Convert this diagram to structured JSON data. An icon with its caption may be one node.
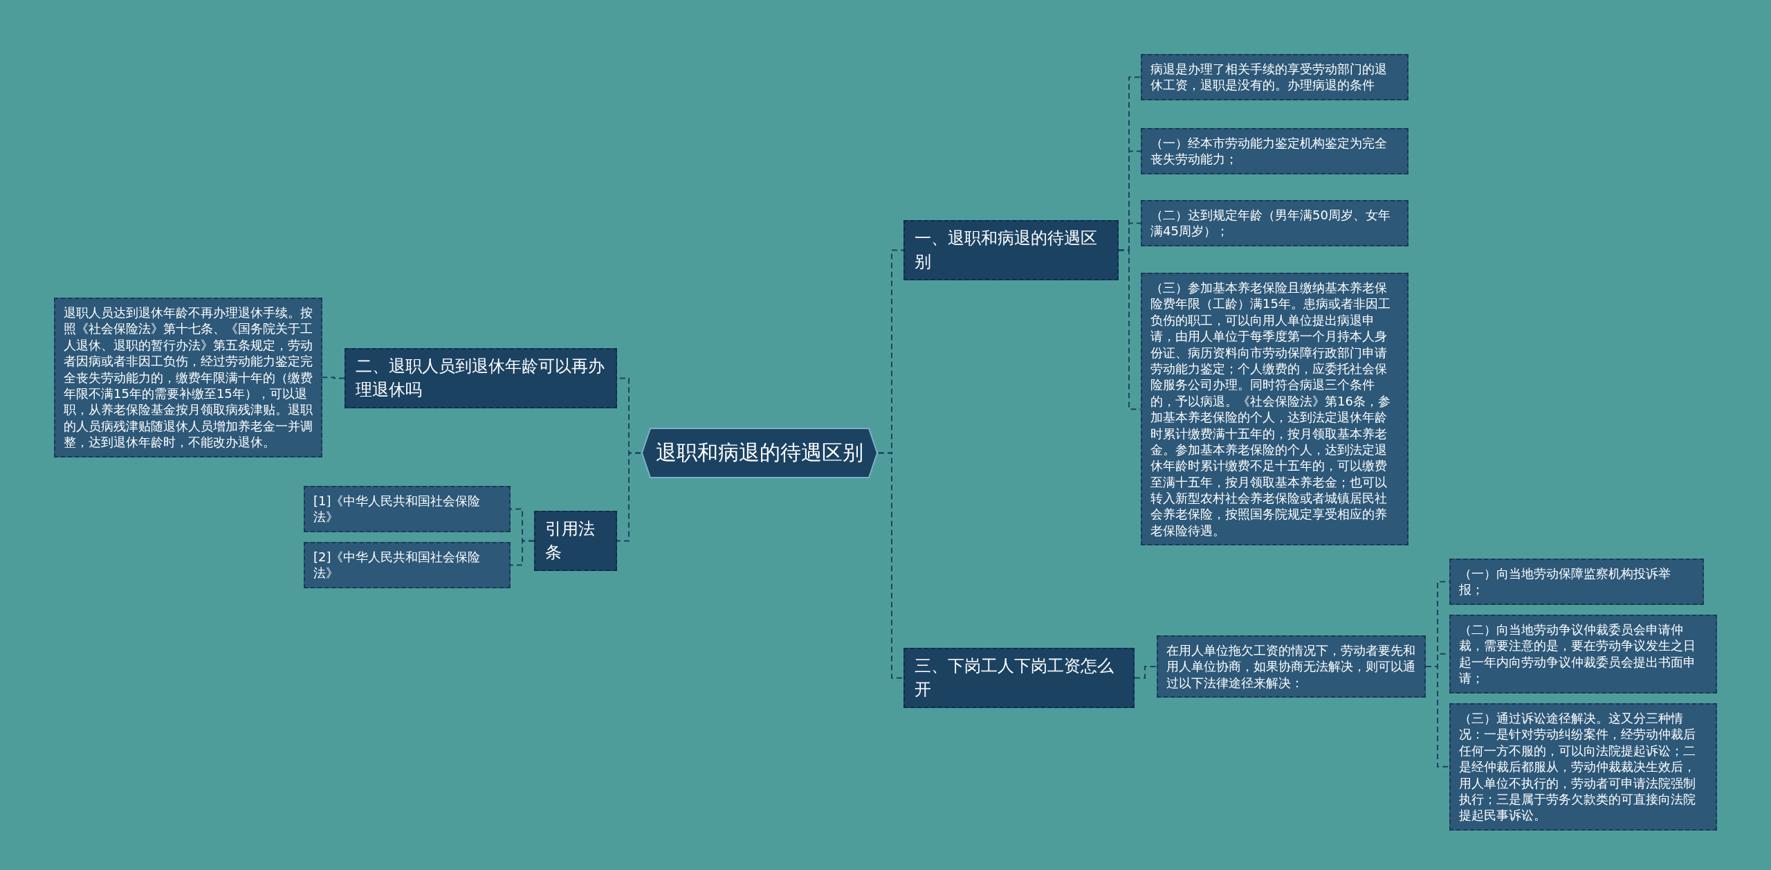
{
  "diagram": {
    "nodes": [
      {
        "text": [
          "退职和病退的待遇区别"
        ]
      },
      {
        "text": [
          "一、退职和病退的待遇区别"
        ]
      },
      {
        "text": [
          "病退是办理了相关手续的享受劳动部门的退休工资，退职是没有的。办理病退的条件"
        ]
      },
      {
        "text": [
          "（一）经本市劳动能力鉴定机构鉴定为完全丧失劳动能力；"
        ]
      },
      {
        "text": [
          "（二）达到规定年龄（男年满50周岁、女年满45周岁）；"
        ]
      },
      {
        "text": [
          "（三）参加基本养老保险且缴纳基本养老保险费年限（工龄）满15年。患病或者非因工负伤的职工，可以向用人单位提出病退申请，由用人单位于每季度第一个月持本人身份证、病历资料向市劳动保障行政部门申请劳动能力鉴定；个人缴费的，应委托社会保险服务公司办理。同时符合病退三个条件的，予以病退。《社会保险法》第16条，参加基本养老保险的个人，达到法定退休年龄时累计缴费满十五年的，按月领取基本养老金。参加基本养老保险的个人，达到法定退休年龄时累计缴费不足十五年的，可以缴费至满十五年，按月领取基本养老金；也可以转入新型农村社会养老保险或者城镇居民社会养老保险，按照国务院规定享受相应的养老保险待遇。"
        ]
      },
      {
        "text": [
          "三、下岗工人下岗工资怎么开"
        ]
      },
      {
        "text": [
          "在用人单位拖欠工资的情况下，劳动者要先和用人单位协商，如果协商无法解决，则可以通过以下法律途径来解决："
        ]
      },
      {
        "text": [
          "（一）向当地劳动保障监察机构投诉举报；"
        ]
      },
      {
        "text": [
          "（二）向当地劳动争议仲裁委员会申请仲裁，需要注意的是，要在劳动争议发生之日起一年内向劳动争议仲裁委员会提出书面申请；"
        ]
      },
      {
        "text": [
          "（三）通过诉讼途径解决。这又分三种情况：一是针对劳动纠纷案件，经劳动仲裁后任何一方不服的，可以向法院提起诉讼；二是经仲裁后都服从，劳动仲裁裁决生效后，用人单位不执行的，劳动者可申请法院强制执行；三是属于劳务欠款类的可直接向法院提起民事诉讼。"
        ]
      },
      {
        "text": [
          "二、退职人员到退休年龄可以再办理退休吗"
        ]
      },
      {
        "text": [
          "退职人员达到退休年龄不再办理退休手续。按照《社会保险法》第十七条、《国务院关于工人退休、退职的暂行办法》第五条规定，劳动者因病或者非因工负伤，经过劳动能力鉴定完全丧失劳动能力的，缴费年限满十年的（缴费年限不满15年的需要补缴至15年），可以退职，从养老保险基金按月领取病残津贴。退职的人员病残津贴随退休人员增加养老金一并调整，达到退休年龄时，不能改办退休。"
        ]
      },
      {
        "text": [
          "引用法条"
        ]
      },
      {
        "text": [
          "[1]《中华人民共和国社会保险法》"
        ]
      },
      {
        "text": [
          "[2]《中华人民共和国社会保险法》"
        ]
      }
    ],
    "edges": [
      {
        "from": 0,
        "to": 1,
        "arrow": "none"
      },
      {
        "from": 1,
        "to": 2,
        "arrow": "none"
      },
      {
        "from": 1,
        "to": 3,
        "arrow": "none"
      },
      {
        "from": 1,
        "to": 4,
        "arrow": "none"
      },
      {
        "from": 1,
        "to": 5,
        "arrow": "none"
      },
      {
        "from": 0,
        "to": 6,
        "arrow": "none"
      },
      {
        "from": 6,
        "to": 7,
        "arrow": "none"
      },
      {
        "from": 7,
        "to": 8,
        "arrow": "none"
      },
      {
        "from": 7,
        "to": 9,
        "arrow": "none"
      },
      {
        "from": 7,
        "to": 10,
        "arrow": "none"
      },
      {
        "from": 0,
        "to": 11,
        "arrow": "none"
      },
      {
        "from": 11,
        "to": 12,
        "arrow": "none"
      },
      {
        "from": 0,
        "to": 13,
        "arrow": "none"
      },
      {
        "from": 13,
        "to": 14,
        "arrow": "none"
      },
      {
        "from": 13,
        "to": 15,
        "arrow": "none"
      }
    ]
  }
}
